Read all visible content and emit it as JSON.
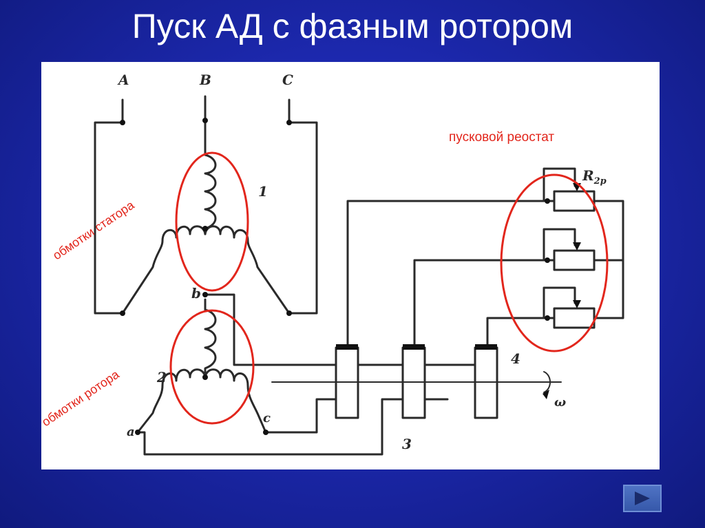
{
  "slide": {
    "title": "Пуск АД с фазным ротором"
  },
  "diagram": {
    "phase_labels": {
      "a": "A",
      "b": "B",
      "c": "C"
    },
    "terminal_labels": {
      "b": "b",
      "a": "a",
      "c": "c"
    },
    "component_numbers": {
      "stator": "1",
      "rotor": "2",
      "rings": "3",
      "shaft": "4"
    },
    "resistor_label": "R",
    "resistor_subscript": "2р",
    "omega": "ω",
    "annotations": {
      "stator": "обмотки статора",
      "rotor": "обмотки ротора",
      "rheostat": "пусковой реостат"
    },
    "colors": {
      "annotation": "#e2261c",
      "line": "#2a2a2a",
      "background": "#1c28ad"
    }
  },
  "navigation": {
    "next_icon": "play-arrow-icon"
  }
}
